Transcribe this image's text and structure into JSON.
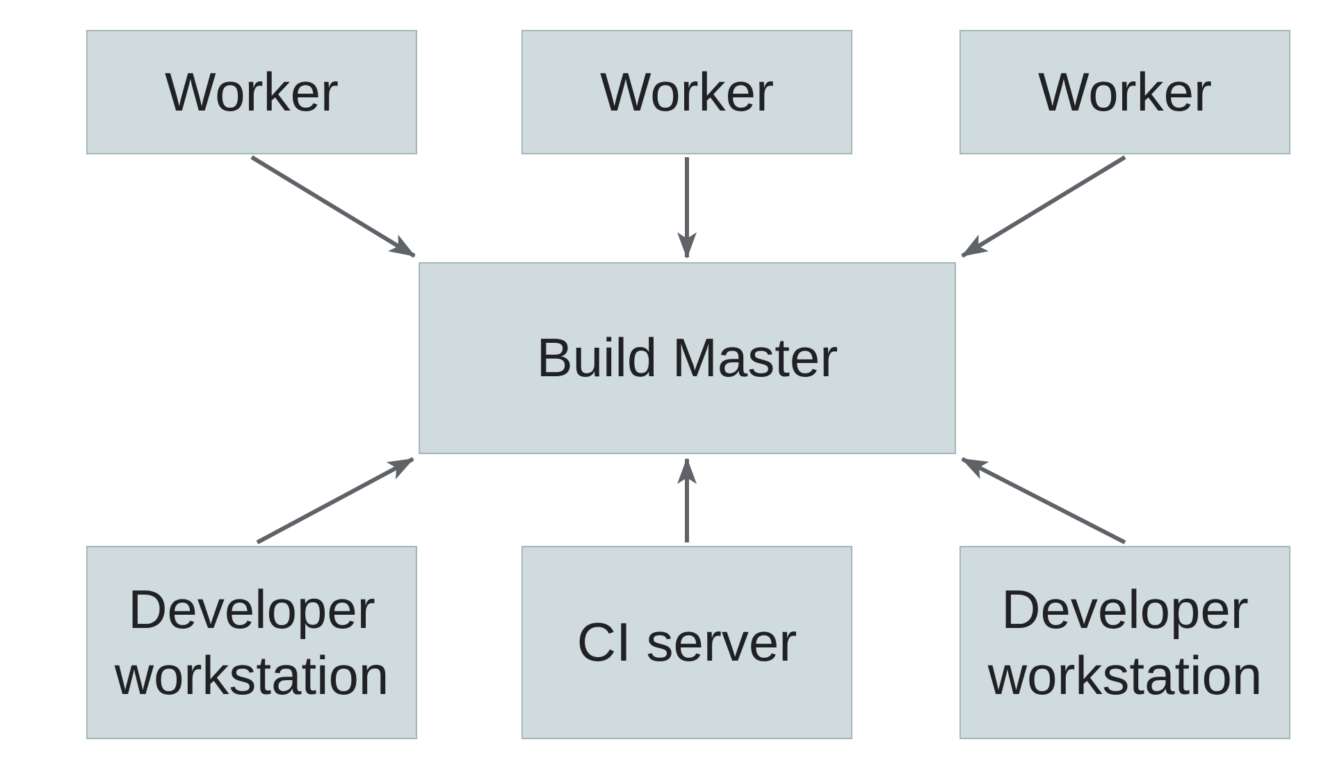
{
  "diagram": {
    "type": "architecture-diagram",
    "nodes": [
      {
        "id": "worker-1",
        "label": "Worker"
      },
      {
        "id": "worker-2",
        "label": "Worker"
      },
      {
        "id": "worker-3",
        "label": "Worker"
      },
      {
        "id": "build-master",
        "label": "Build Master"
      },
      {
        "id": "dev-workstation-left",
        "label": "Developer workstation"
      },
      {
        "id": "ci-server",
        "label": "CI server"
      },
      {
        "id": "dev-workstation-right",
        "label": "Developer workstation"
      }
    ],
    "edges": [
      {
        "from": "worker-1",
        "to": "build-master"
      },
      {
        "from": "worker-2",
        "to": "build-master"
      },
      {
        "from": "worker-3",
        "to": "build-master"
      },
      {
        "from": "dev-workstation-left",
        "to": "build-master"
      },
      {
        "from": "ci-server",
        "to": "build-master"
      },
      {
        "from": "dev-workstation-right",
        "to": "build-master"
      }
    ],
    "colors": {
      "background": "#ffffff",
      "box_fill": "#cfdbdd",
      "box_border": "#a5b6b9",
      "arrow": "#5f6368",
      "text": "#202124"
    }
  }
}
